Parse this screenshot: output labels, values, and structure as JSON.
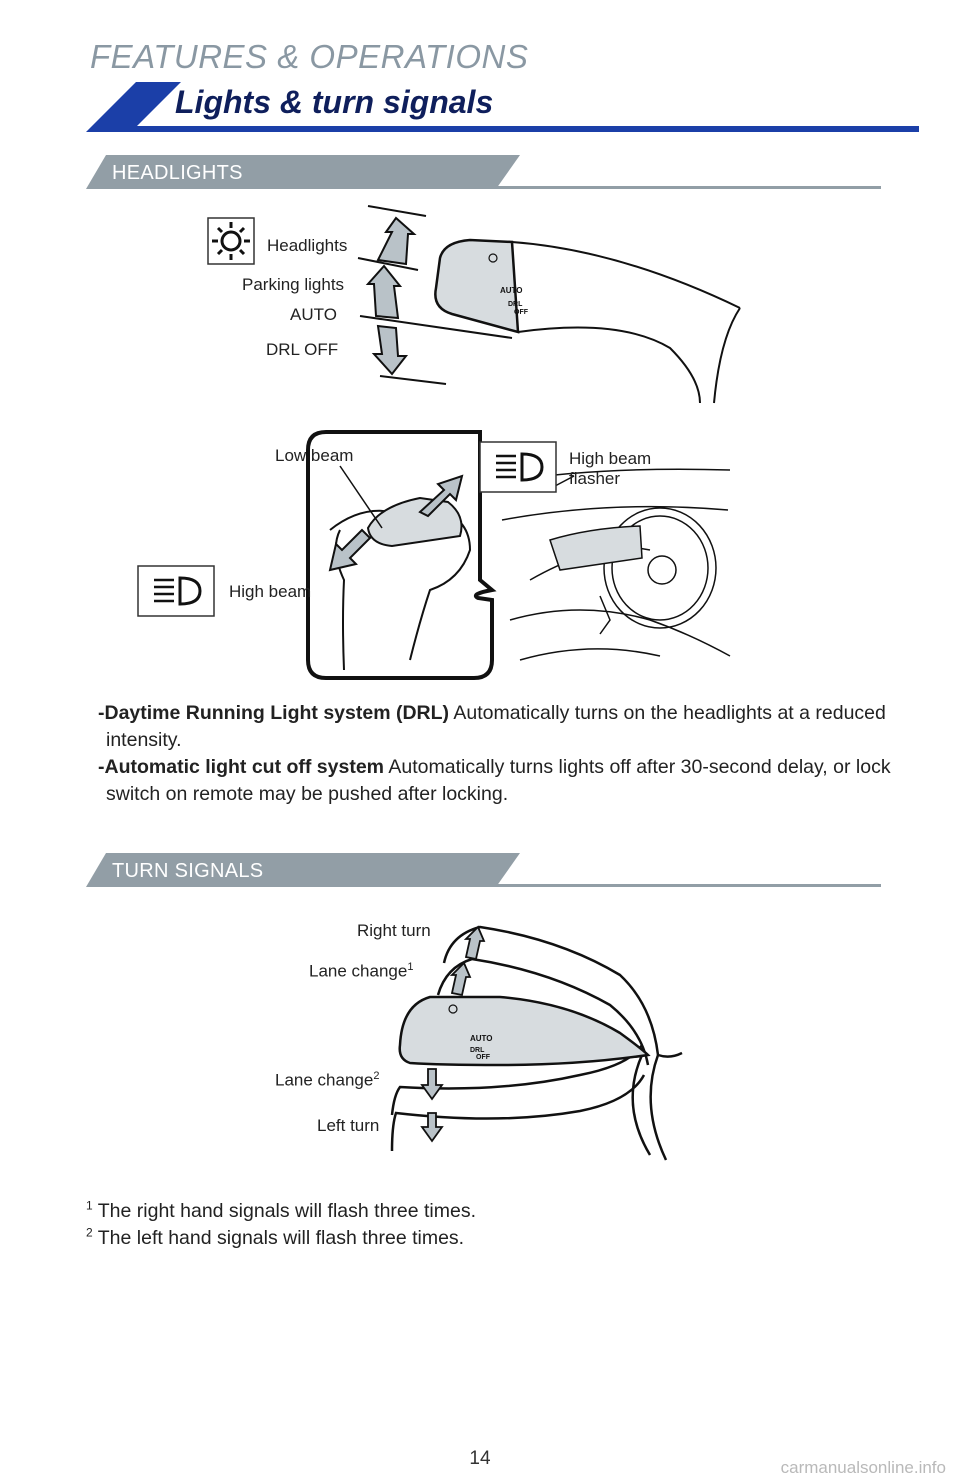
{
  "header": {
    "section": "FEATURES & OPERATIONS",
    "title": "Lights & turn signals"
  },
  "headlights": {
    "heading": "HEADLIGHTS",
    "labels": {
      "headlights": "Headlights",
      "parking_lights": "Parking lights",
      "auto": "AUTO",
      "drl_off": "DRL OFF",
      "low_beam": "Low beam",
      "high_beam": "High beam",
      "high_beam_flasher_line1": "High beam",
      "high_beam_flasher_line2": "flasher"
    },
    "lever_text": {
      "auto": "AUTO",
      "drl": "DRL",
      "off": "OFF"
    },
    "features": [
      {
        "name": "-Daytime Running Light system (DRL)",
        "text": "Automatically turns on the headlights at a reduced intensity."
      },
      {
        "name": "-Automatic light cut off system",
        "text": "Automatically turns lights off after 30-second delay, or lock switch on remote may be pushed after locking."
      }
    ]
  },
  "turn_signals": {
    "heading": "TURN SIGNALS",
    "labels": {
      "right_turn": "Right turn",
      "lane_change": "Lane change",
      "lane_change_sup_1": "1",
      "lane_change_sup_2": "2",
      "left_turn": "Left turn"
    },
    "footnotes": [
      {
        "mark": "1",
        "text": "The right hand signals will flash three times."
      },
      {
        "mark": "2",
        "text": "The left hand signals will flash three times."
      }
    ]
  },
  "page": {
    "number": "14",
    "watermark": "carmanualsonline.info"
  },
  "colors": {
    "brand_blue": "#1b3fa8",
    "section_gray": "#929ea6",
    "kicker_gray": "#8a98a3",
    "lever_fill": "#d7dcdf",
    "arrow_fill": "#b9c2c8"
  }
}
